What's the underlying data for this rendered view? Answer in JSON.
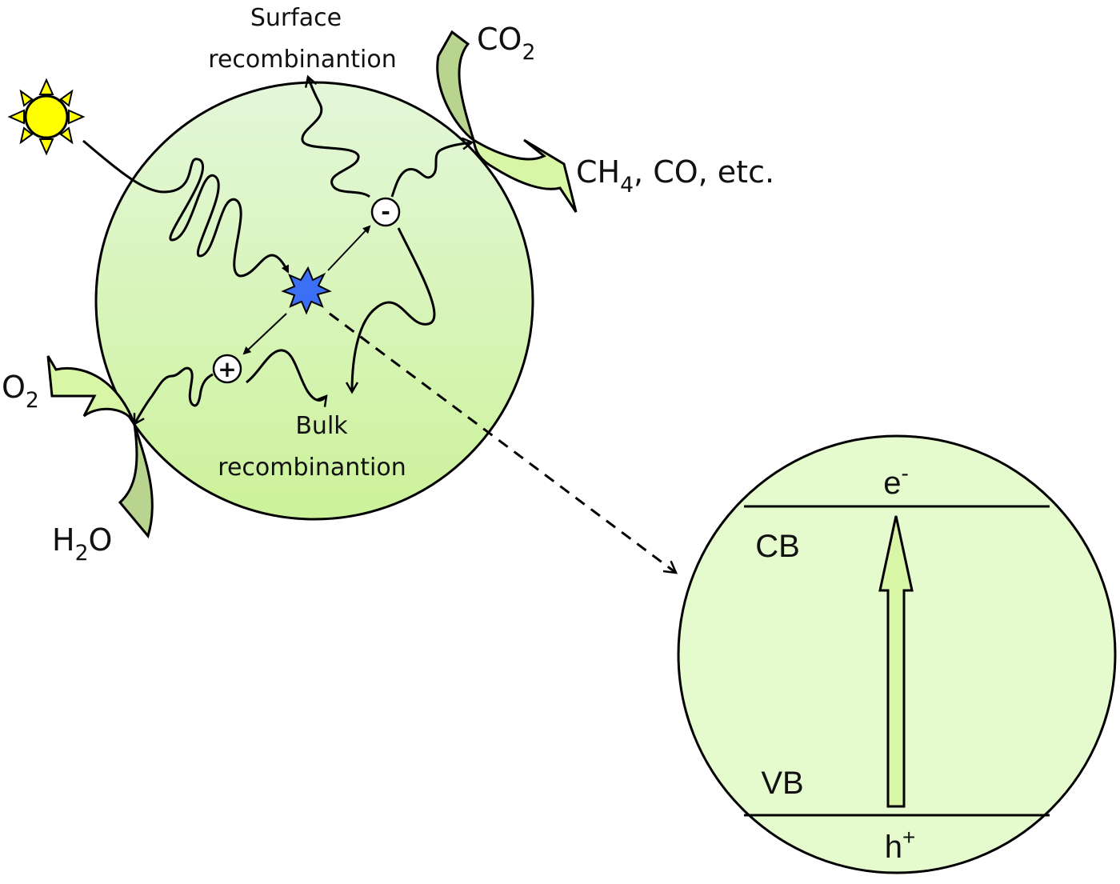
{
  "labels": {
    "surface_recombination_line1": "Surface",
    "surface_recombination_line2": "recombinantion",
    "bulk_recombination_line1": "Bulk",
    "bulk_recombination_line2": "recombinantion",
    "co2_main": "CO",
    "co2_sub": "2",
    "products_ch": "CH",
    "products_sub": "4",
    "products_rest": ", CO, etc.",
    "o2_main": "O",
    "o2_sub": "2",
    "h2o_h": "H",
    "h2o_sub": "2",
    "h2o_o": "O",
    "electron_symbol": "-",
    "hole_symbol": "+",
    "band_e": "e",
    "band_e_sup": "-",
    "cb": "CB",
    "vb": "VB",
    "band_h": "h",
    "band_h_sup": "+"
  },
  "colors": {
    "particle_top": "#e4f7da",
    "particle_bottom": "#ccf29a",
    "inset_fill": "#e6fbcd",
    "arrow_dark_green": "#b8d48e",
    "arrow_light_green": "#d9f5a6",
    "sun": "#ffff00",
    "excitation_star": "#3b6ff5",
    "outline": "#000000"
  },
  "icons": {
    "sun": "sun-icon",
    "excitation": "excitation-burst-icon"
  }
}
